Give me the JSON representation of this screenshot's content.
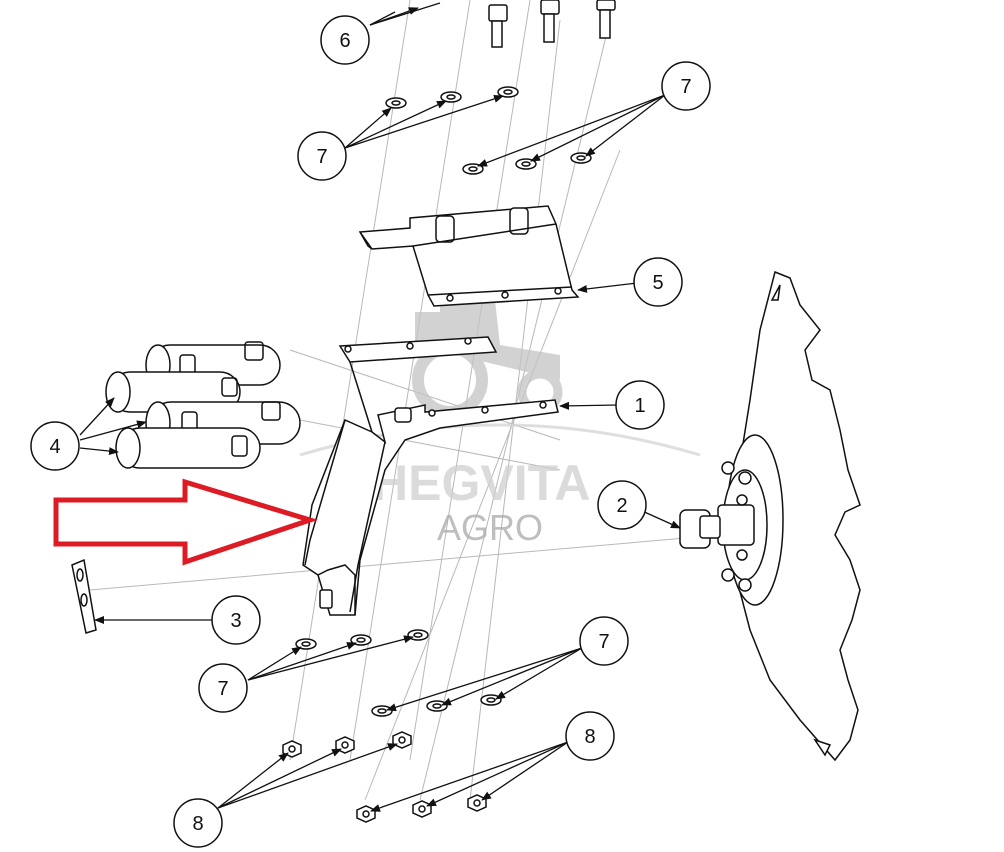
{
  "watermark": {
    "brand": "HEGVITA",
    "sub": "AGRO"
  },
  "callouts": {
    "c6": "6",
    "c7_top_left": "7",
    "c7_top_right": "7",
    "c5": "5",
    "c1": "1",
    "c4": "4",
    "c2": "2",
    "c3": "3",
    "c7_bottom_left": "7",
    "c7_bottom_right": "7",
    "c8_right": "8",
    "c8_left": "8"
  },
  "colors": {
    "highlight_arrow": "#dd1b24",
    "lines": "#111111",
    "watermark": "#bdbdbd"
  }
}
